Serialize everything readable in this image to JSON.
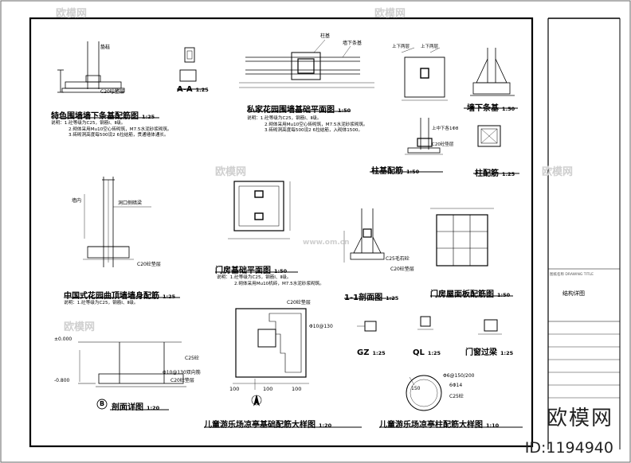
{
  "drawings": {
    "wall_base": {
      "title": "特色围墙墙下条基配筋图",
      "scale": "1:25",
      "note_col": "垫柱",
      "note_c20": "C20砼垫层"
    },
    "section_aa": {
      "title": "A-A",
      "scale": "1:25"
    },
    "garden_wall_base": {
      "title": "私家花园围墙基础平面图",
      "scale": "1:50",
      "label_col": "柱基",
      "label_strip": "墙下条基"
    },
    "wall_strip": {
      "title": "墙下条基",
      "scale": "1:50",
      "label_a": "上下两层",
      "label_b": "上下两层"
    },
    "col_base_rebar": {
      "title": "柱基配筋",
      "scale": "1:50",
      "label": "上中下各1Φ8",
      "c20": "C20砼垫层"
    },
    "col_rebar": {
      "title": "柱配筋",
      "scale": "1:25"
    },
    "chinese_wall": {
      "title": "中国式花园曲顶墙墙身配筋",
      "scale": "1:25",
      "label_a": "墙内",
      "label_b": "洞口侧暗梁",
      "c20": "C20砼垫层"
    },
    "gate_base": {
      "title": "门房基础平面图",
      "scale": "1:50"
    },
    "section_11": {
      "title": "1-1剖面图",
      "scale": "1:25",
      "c25": "C25毛石砼",
      "c20": "C20砼垫层"
    },
    "gate_roof": {
      "title": "门房屋面板配筋图",
      "scale": "1:50"
    },
    "section_detail": {
      "title": "剖面详图",
      "marker": "B",
      "scale": "1:20",
      "elev_top": "±0.000",
      "elev_bot": "-0.800",
      "c25": "C25砼",
      "rebar": "Φ10@130双向筋",
      "c20": "C20砼垫层"
    },
    "gz": {
      "title": "GZ",
      "scale": "1:25"
    },
    "ql": {
      "title": "QL",
      "scale": "1:25"
    },
    "lintel": {
      "title": "门窗过梁",
      "scale": "1:25"
    },
    "pavilion_base": {
      "title": "儿童游乐场凉亭基础配筋大样图",
      "scale": "1:20",
      "c20": "C20砼垫层",
      "rebar": "Φ10@130",
      "dims": [
        "100",
        "100",
        "100"
      ]
    },
    "pavilion_col": {
      "title": "儿童游乐场凉亭柱配筋大样图",
      "scale": "1:10",
      "stirrup": "Φ6@150/200",
      "bars": "6Φ14",
      "conc": "C25砼",
      "dia": "150"
    }
  },
  "notes": {
    "note1": [
      "说明：1.砼等级为C25，钢筋Ⅰ、Ⅱ级。",
      "2.砌体采用Mu10空心砖砌筑，M7.5水泥砂浆砌筑。",
      "3.砖砌洞高度每500设2 6拉结筋，贯通墙体通长。"
    ],
    "note2": [
      "说明：1.砼等级为C25，钢筋Ⅰ、Ⅱ级。",
      "2.砌体采用Mu10空心砖砌筑，M7.5水泥砂浆砌筑。",
      "3.砖砌洞高度每500设2 6拉结筋，入砌体1500。"
    ],
    "note3": [
      "说明：1.砼等级为C25，钢筋Ⅰ、Ⅱ级。"
    ],
    "note4": [
      "说明：1.砼等级为C25，钢筋Ⅰ、Ⅱ级。",
      "2.砌体采用Mu10机砖，M7.5水泥砂浆砌筑。"
    ]
  },
  "title_block": {
    "sheet_name": "结构详图",
    "label": "图纸名称 DRAWING TITLE"
  },
  "watermark": {
    "text": "欧模网",
    "url": "www.om.cn",
    "id": "ID:1194940"
  }
}
